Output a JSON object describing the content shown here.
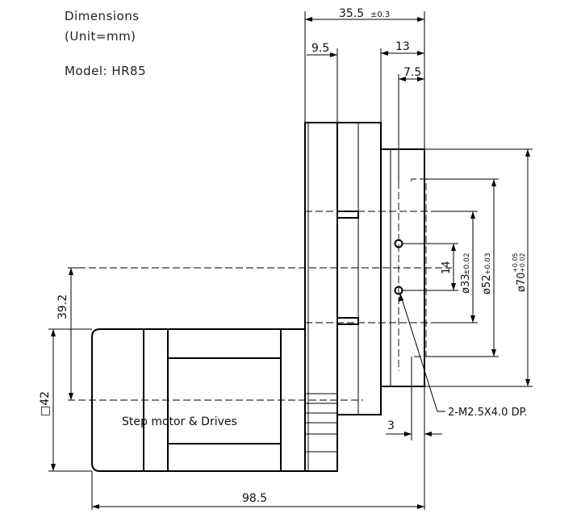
{
  "header": {
    "title": "Dimensions",
    "unit": "(Unit=mm)",
    "model": "Model:  HR85"
  },
  "dimensions": {
    "overall_depth": "35.5",
    "overall_depth_tol": "±0.3",
    "flange_thickness": "9.5",
    "output_length": "13",
    "hole_offset": "7.5",
    "shaft_height": "39.2",
    "motor_square": "□42",
    "total_length": "98.5",
    "face_recess": "3",
    "hole_pitch": "14",
    "pcd": "ø33",
    "pcd_tol": "±0.02",
    "pilot": "ø52",
    "pilot_tol": "+0.03",
    "outer": "ø70",
    "outer_tol_upper": "+0.05",
    "outer_tol_lower": "+0.02"
  },
  "labels": {
    "motor": "Step  motor  &  Drives",
    "tapped_holes": "2-M2.5X4.0  DP."
  }
}
